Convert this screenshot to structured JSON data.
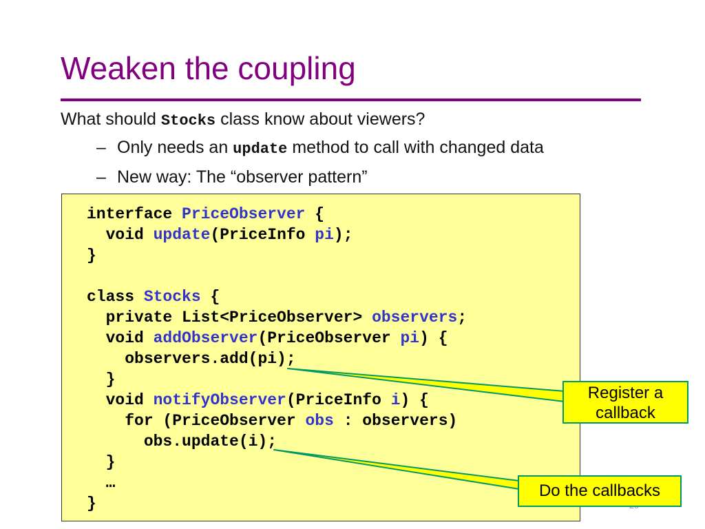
{
  "slide": {
    "title": "Weaken the coupling",
    "bullets": [
      {
        "before": "What should ",
        "code": "Stocks",
        "after": " class know about viewers?"
      },
      {
        "dash": "–",
        "before": "Only needs an ",
        "code": "update",
        "after": " method to call with changed data"
      },
      {
        "dash": "–",
        "before": "New way: The “observer pattern”"
      }
    ],
    "code_lines": [
      {
        "indent": "",
        "parts": [
          {
            "t": "interface ",
            "c": "kw"
          },
          {
            "t": "PriceObserver",
            "c": "id"
          },
          {
            "t": " {",
            "c": "kw"
          }
        ]
      },
      {
        "indent": "  ",
        "parts": [
          {
            "t": "void ",
            "c": "kw"
          },
          {
            "t": "update",
            "c": "id"
          },
          {
            "t": "(PriceInfo ",
            "c": "kw"
          },
          {
            "t": "pi",
            "c": "id"
          },
          {
            "t": ");",
            "c": "kw"
          }
        ]
      },
      {
        "indent": "",
        "parts": [
          {
            "t": "}",
            "c": "kw"
          }
        ]
      },
      {
        "indent": "",
        "parts": []
      },
      {
        "indent": "",
        "parts": [
          {
            "t": "class ",
            "c": "kw"
          },
          {
            "t": "Stocks",
            "c": "id"
          },
          {
            "t": " {",
            "c": "kw"
          }
        ]
      },
      {
        "indent": "  ",
        "parts": [
          {
            "t": "private List<PriceObserver> ",
            "c": "kw"
          },
          {
            "t": "observers",
            "c": "id"
          },
          {
            "t": ";",
            "c": "kw"
          }
        ]
      },
      {
        "indent": "  ",
        "parts": [
          {
            "t": "void ",
            "c": "kw"
          },
          {
            "t": "addObserver",
            "c": "id"
          },
          {
            "t": "(PriceObserver ",
            "c": "kw"
          },
          {
            "t": "pi",
            "c": "id"
          },
          {
            "t": ") {",
            "c": "kw"
          }
        ]
      },
      {
        "indent": "    ",
        "parts": [
          {
            "t": "observers.add(pi);",
            "c": "kw"
          }
        ]
      },
      {
        "indent": "  ",
        "parts": [
          {
            "t": "}",
            "c": "kw"
          }
        ]
      },
      {
        "indent": "  ",
        "parts": [
          {
            "t": "void ",
            "c": "kw"
          },
          {
            "t": "notifyObserver",
            "c": "id"
          },
          {
            "t": "(PriceInfo ",
            "c": "kw"
          },
          {
            "t": "i",
            "c": "id"
          },
          {
            "t": ") {",
            "c": "kw"
          }
        ]
      },
      {
        "indent": "    ",
        "parts": [
          {
            "t": "for (PriceObserver ",
            "c": "kw"
          },
          {
            "t": "obs",
            "c": "id"
          },
          {
            "t": " : observers)",
            "c": "kw"
          }
        ]
      },
      {
        "indent": "      ",
        "parts": [
          {
            "t": "obs.update(i);",
            "c": "kw"
          }
        ]
      },
      {
        "indent": "  ",
        "parts": [
          {
            "t": "}",
            "c": "kw"
          }
        ]
      },
      {
        "indent": "  ",
        "parts": [
          {
            "t": "…",
            "c": "kw"
          }
        ]
      },
      {
        "indent": "",
        "parts": [
          {
            "t": "}",
            "c": "kw"
          }
        ]
      }
    ],
    "callouts": {
      "register": [
        "Register a",
        "callback"
      ],
      "do_callbacks": "Do the callbacks"
    },
    "page_number": "20",
    "colors": {
      "title": "#800080",
      "rule": "#800080",
      "code_background": "#ffff99",
      "identifier": "#3333cc",
      "callout_fill": "#ffff00",
      "callout_border": "#009966"
    }
  }
}
